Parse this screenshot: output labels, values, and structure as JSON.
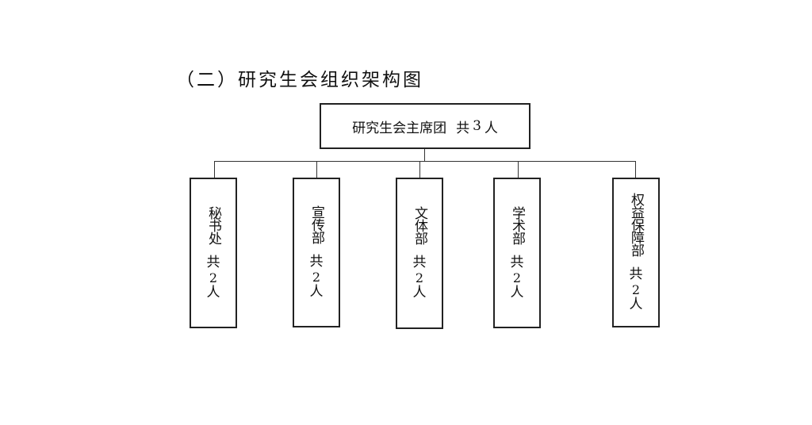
{
  "title": "（二）研究生会组织架构图",
  "top": {
    "name": "研究生会主席团",
    "count_prefix": "共",
    "count": "3",
    "count_unit": "人"
  },
  "departments": [
    {
      "name": "秘书处",
      "count_prefix": "共",
      "count": "2",
      "count_unit": "人"
    },
    {
      "name": "宣传部",
      "count_prefix": "共",
      "count": "2",
      "count_unit": "人"
    },
    {
      "name": "文体部",
      "count_prefix": "共",
      "count": "2",
      "count_unit": "人"
    },
    {
      "name": "学术部",
      "count_prefix": "共",
      "count": "2",
      "count_unit": "人"
    },
    {
      "name": "权益保障部",
      "count_prefix": "共",
      "count": "2",
      "count_unit": "人"
    }
  ],
  "colors": {
    "border": "#222222",
    "line": "#333333",
    "text": "#111111",
    "background": "#ffffff"
  }
}
